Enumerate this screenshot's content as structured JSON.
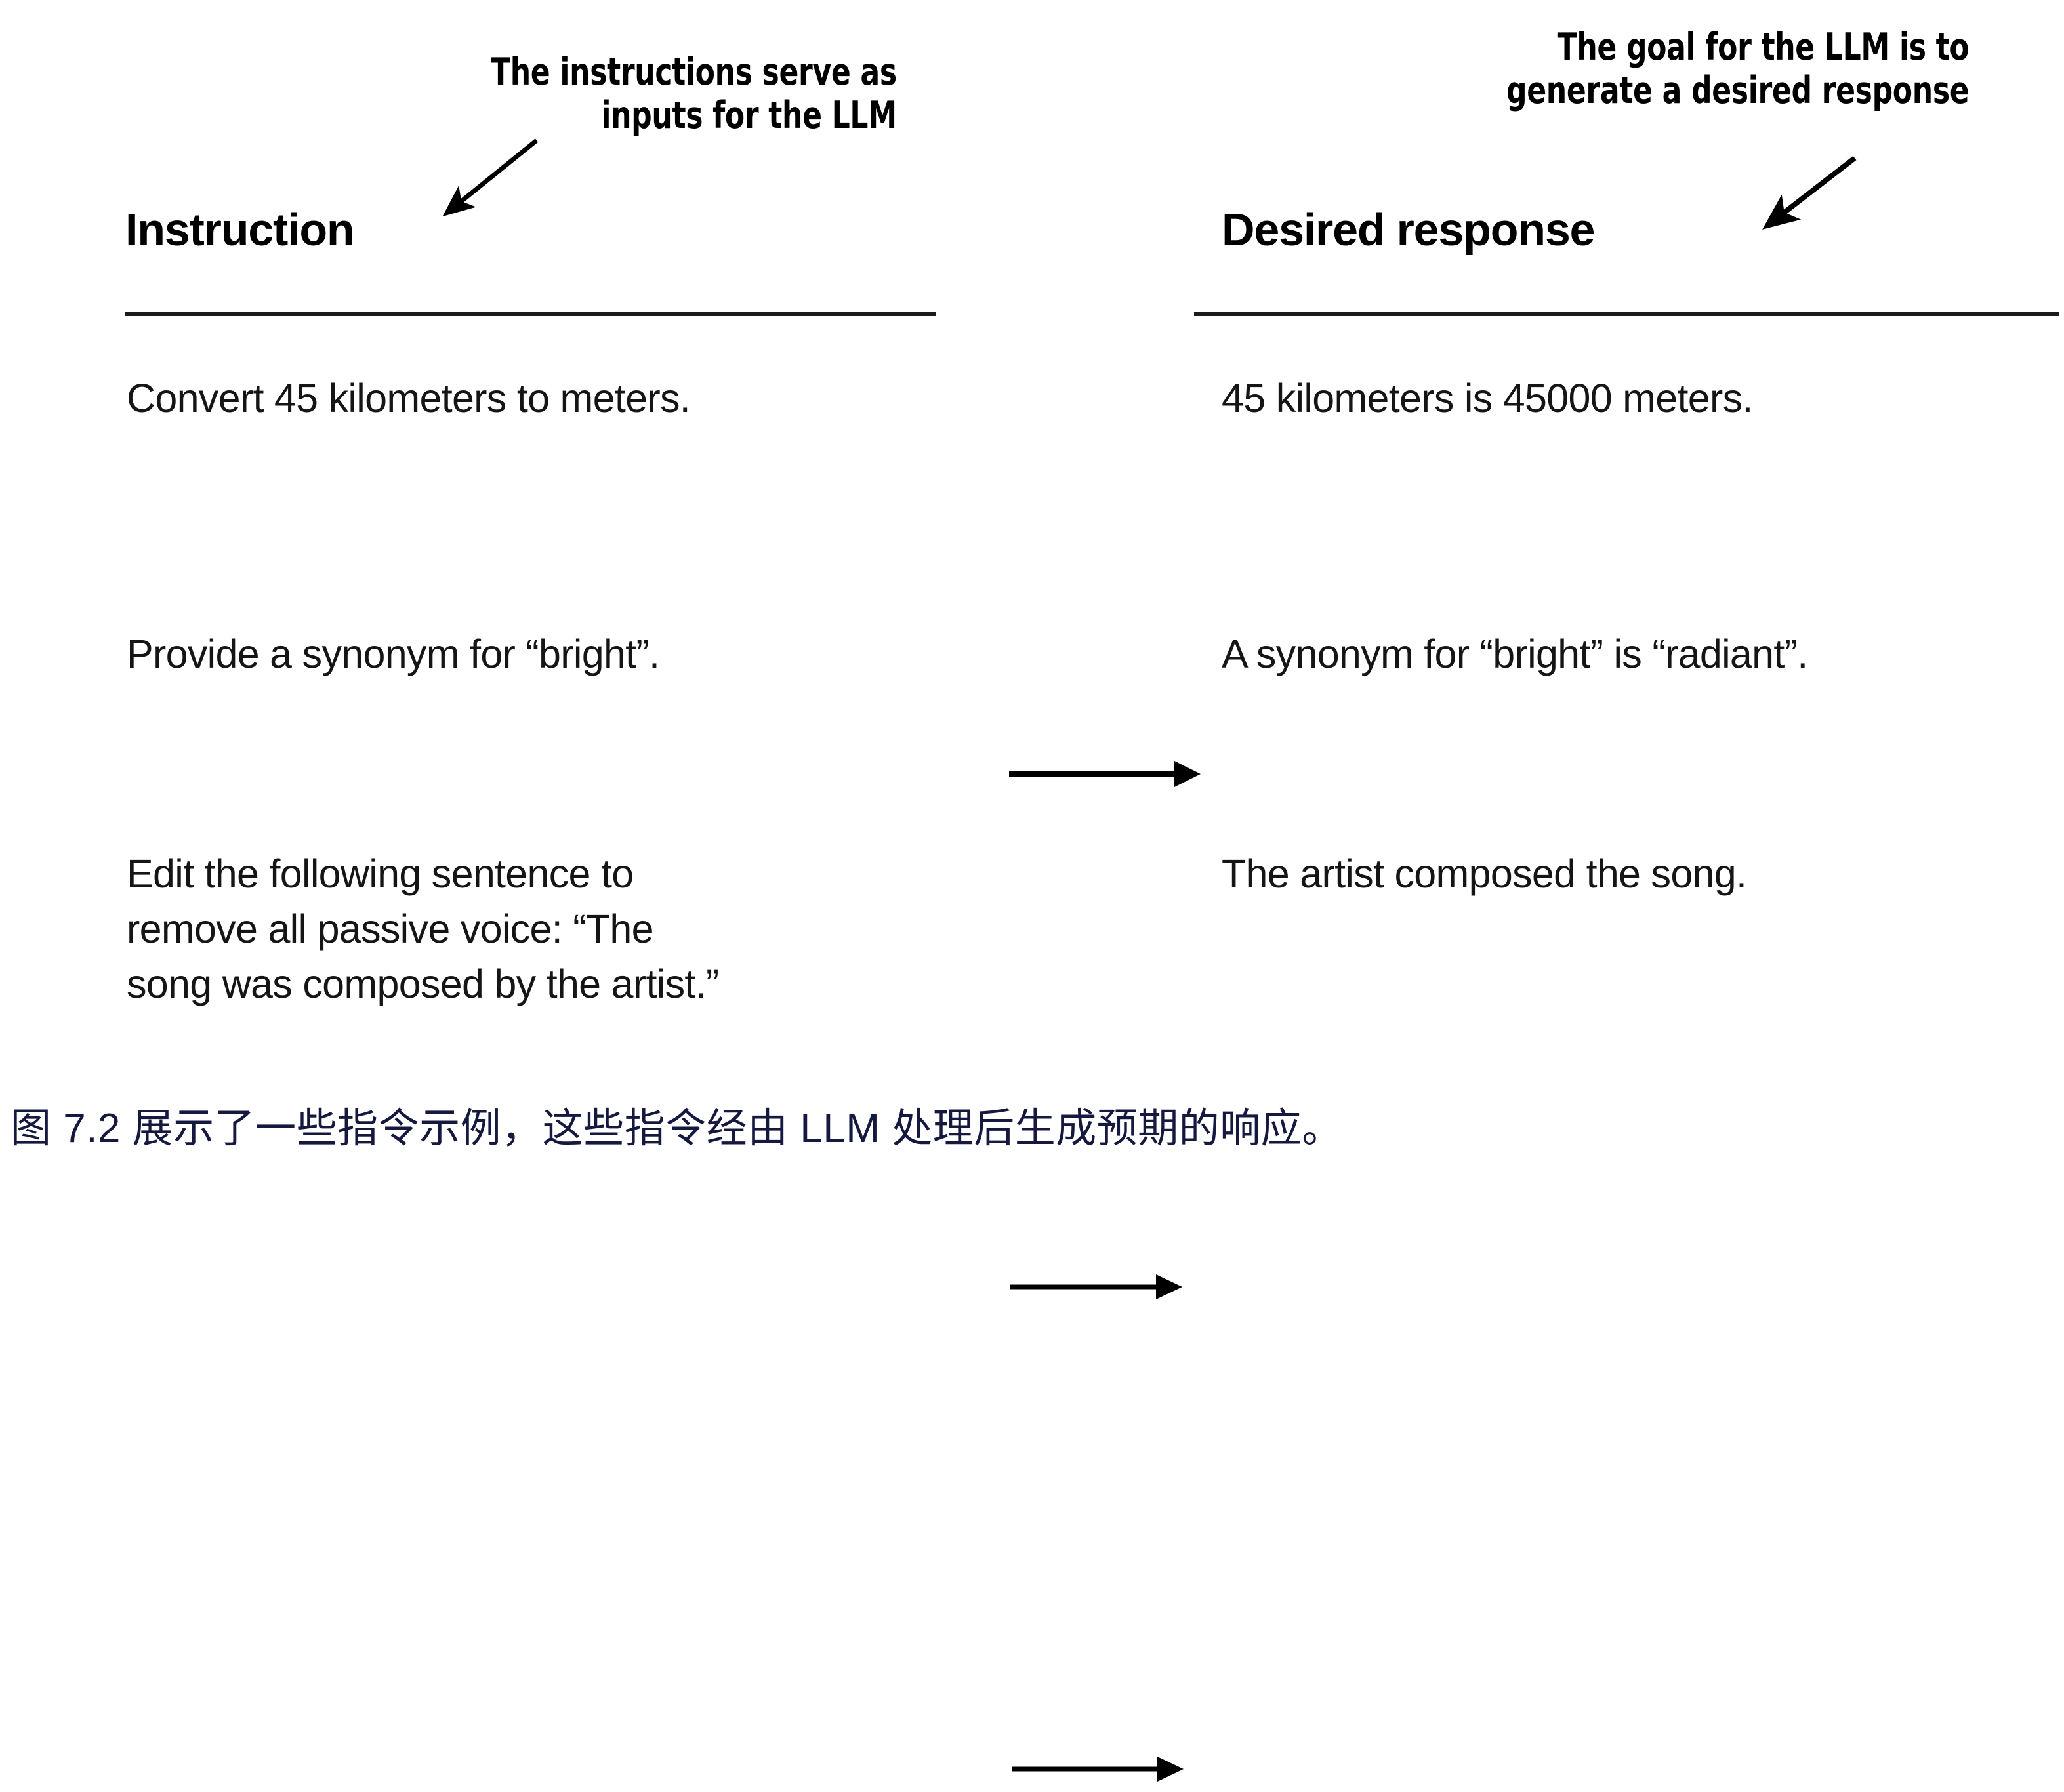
{
  "figure": {
    "title_caption": "图 7.2 展示了一些指令示例，这些指令经由 LLM 处理后生成预期的响应。",
    "caption_color": "#15183f"
  },
  "callouts": {
    "left": {
      "line1": "The instructions serve as",
      "line2": "inputs for the LLM"
    },
    "right": {
      "line1": "The goal for the LLM is to",
      "line2": "generate a desired response"
    }
  },
  "columns": {
    "instruction_header": "Instruction",
    "response_header": "Desired response"
  },
  "rows": [
    {
      "instruction": "Convert 45 kilometers to meters.",
      "response": "45 kilometers is 45000 meters."
    },
    {
      "instruction": "Provide a synonym for “bright”.",
      "response": "A synonym for “bright” is “radiant”."
    },
    {
      "instruction": "Edit the following sentence to\nremove all passive voice: “The\nsong was composed by the artist.”",
      "response": "The artist composed the song."
    }
  ],
  "icons": {
    "flow_arrow": "arrow-right-icon",
    "callout_arrow": "arrow-diagonal-down-left-icon"
  },
  "colors": {
    "ink": "#000000",
    "body_text": "#151515",
    "rule": "#1b1b1b",
    "caption": "#15183f",
    "background": "#ffffff"
  }
}
